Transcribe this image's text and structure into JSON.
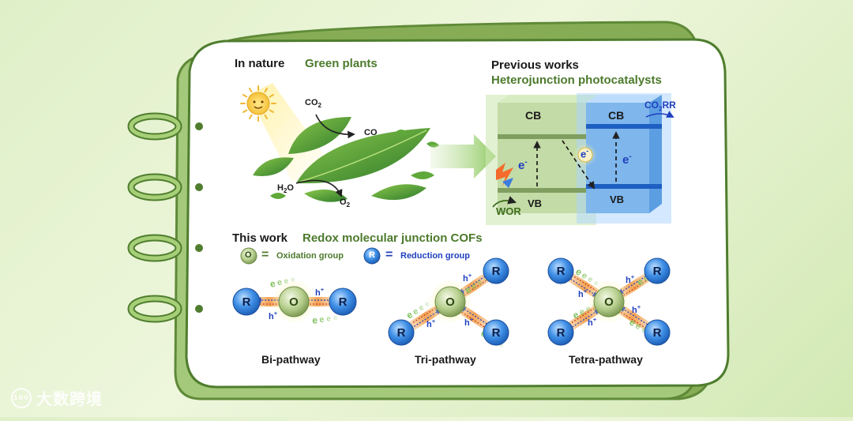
{
  "nature": {
    "heading": "In nature",
    "subheading": "Green plants",
    "co2": "CO",
    "co2_sub": "2",
    "co": "CO",
    "h2o_pre": "H",
    "h2o_sub": "2",
    "h2o_post": "O",
    "o2": "O",
    "o2_sub": "2"
  },
  "previous": {
    "heading": "Previous works",
    "subheading": "Heterojunction photocatalysts",
    "cb": "CB",
    "vb": "VB",
    "electron": "e",
    "electron_sup": "-",
    "co2rr_pre": "CO",
    "co2rr_sub": "2",
    "co2rr_post": "RR",
    "wor": "WOR"
  },
  "this_work": {
    "heading": "This work",
    "subheading": "Redox molecular junction COFs"
  },
  "legend": {
    "o_symbol": "O",
    "o_label": "Oxidation group",
    "r_symbol": "R",
    "r_label": "Reduction group",
    "equals": "="
  },
  "pathways": {
    "o": "O",
    "r": "R",
    "hole": "h",
    "hole_sup": "+",
    "electron": "e",
    "electron_sup": "-"
  },
  "captions": [
    "Bi-pathway",
    "Tri-pathway",
    "Tetra-pathway"
  ],
  "watermark": {
    "logo": "100",
    "text": "大数跨境"
  },
  "colors": {
    "notebook_fill": "#ffffff",
    "notebook_stroke": "#4f7d2e",
    "back_page": "#9cc06d",
    "accent_green": "#4c7a2c",
    "accent_blue": "#1f3fbf",
    "cb_green": "#c3dba6",
    "cb_blue": "#7fb6ec"
  }
}
